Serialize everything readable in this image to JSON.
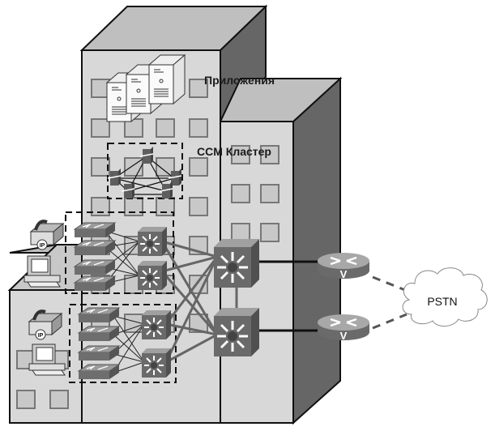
{
  "diagram": {
    "title": "Campus IP Telephony Network",
    "labels": {
      "applications": "Приложения",
      "ccm_cluster": "CCM Кластер",
      "pstn": "PSTN"
    },
    "colors": {
      "building_front": "#d8d8d8",
      "building_roof": "#bfbfbf",
      "building_side": "#666666",
      "window": "#c8c8c8",
      "window_border": "#777777",
      "device": "#707070",
      "outline": "#111111"
    },
    "nodes": {
      "servers": [
        "application-server-1",
        "application-server-2",
        "application-server-3"
      ],
      "ccm_cluster_members": 5,
      "access_switch_groups": [
        {
          "name": "upper-access-block",
          "switches": 4,
          "distribution_switches": 2
        },
        {
          "name": "lower-access-block",
          "switches": 4,
          "distribution_switches": 2
        }
      ],
      "core_switches": 2,
      "voice_gateways": [
        {
          "badge": "V"
        },
        {
          "badge": "V"
        }
      ],
      "endpoints": [
        {
          "type": "ip-phone",
          "badge": "IP"
        },
        {
          "type": "workstation"
        },
        {
          "type": "ip-phone",
          "badge": "IP"
        },
        {
          "type": "workstation"
        }
      ]
    }
  }
}
